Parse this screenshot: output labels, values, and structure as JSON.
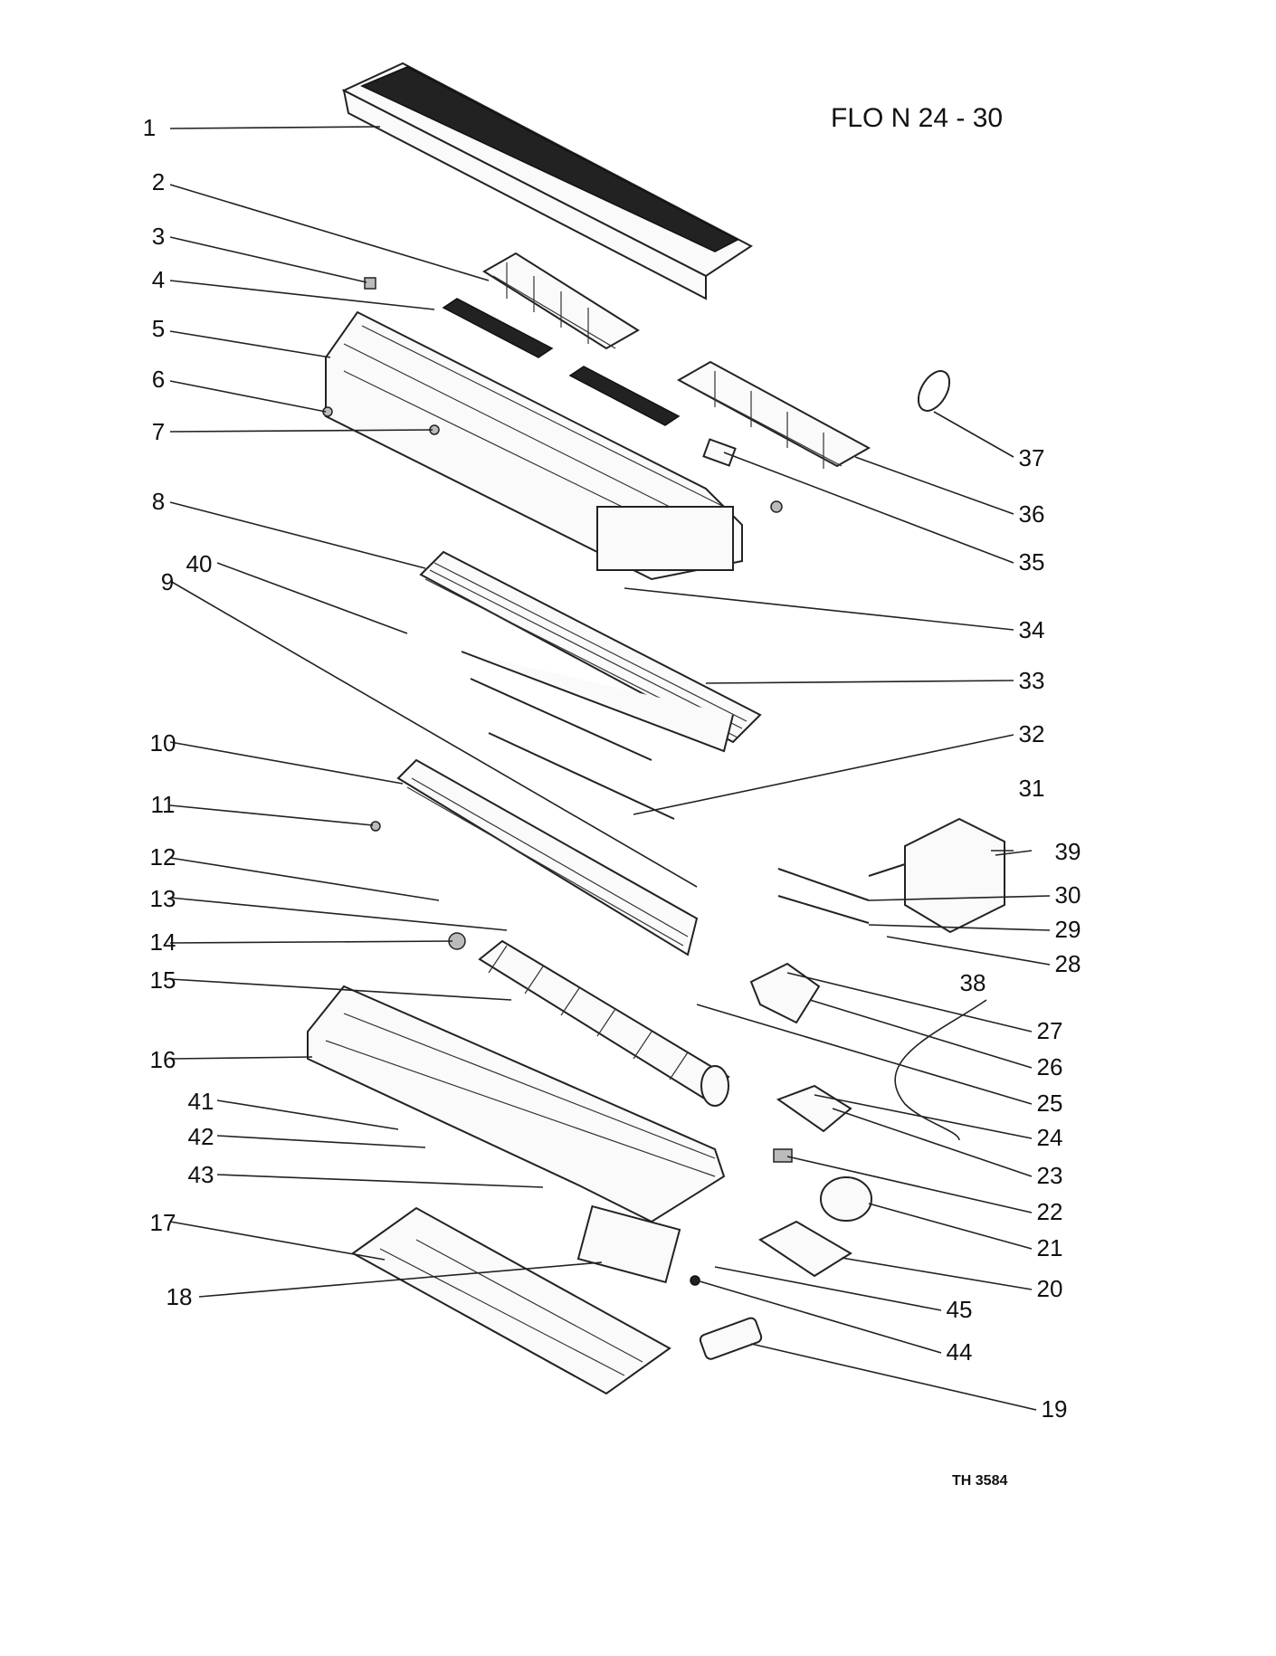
{
  "title": "FLO N 24 - 30",
  "drawing_code": "TH 3584",
  "callouts": [
    {
      "n": "1",
      "side": "left"
    },
    {
      "n": "2",
      "side": "left"
    },
    {
      "n": "3",
      "side": "left"
    },
    {
      "n": "4",
      "side": "left"
    },
    {
      "n": "5",
      "side": "left"
    },
    {
      "n": "6",
      "side": "left"
    },
    {
      "n": "7",
      "side": "left"
    },
    {
      "n": "8",
      "side": "left"
    },
    {
      "n": "40",
      "side": "left"
    },
    {
      "n": "9",
      "side": "left"
    },
    {
      "n": "10",
      "side": "left"
    },
    {
      "n": "11",
      "side": "left"
    },
    {
      "n": "12",
      "side": "left"
    },
    {
      "n": "13",
      "side": "left"
    },
    {
      "n": "14",
      "side": "left"
    },
    {
      "n": "15",
      "side": "left"
    },
    {
      "n": "16",
      "side": "left"
    },
    {
      "n": "41",
      "side": "left"
    },
    {
      "n": "42",
      "side": "left"
    },
    {
      "n": "43",
      "side": "left"
    },
    {
      "n": "17",
      "side": "left"
    },
    {
      "n": "18",
      "side": "left"
    },
    {
      "n": "37",
      "side": "right"
    },
    {
      "n": "36",
      "side": "right"
    },
    {
      "n": "35",
      "side": "right"
    },
    {
      "n": "34",
      "side": "right"
    },
    {
      "n": "33",
      "side": "right"
    },
    {
      "n": "32",
      "side": "right"
    },
    {
      "n": "31",
      "side": "right"
    },
    {
      "n": "39",
      "side": "right"
    },
    {
      "n": "30",
      "side": "right"
    },
    {
      "n": "29",
      "side": "right"
    },
    {
      "n": "28",
      "side": "right"
    },
    {
      "n": "38",
      "side": "right"
    },
    {
      "n": "27",
      "side": "right"
    },
    {
      "n": "26",
      "side": "right"
    },
    {
      "n": "25",
      "side": "right"
    },
    {
      "n": "24",
      "side": "right"
    },
    {
      "n": "23",
      "side": "right"
    },
    {
      "n": "22",
      "side": "right"
    },
    {
      "n": "21",
      "side": "right"
    },
    {
      "n": "20",
      "side": "right"
    },
    {
      "n": "45",
      "side": "right"
    },
    {
      "n": "44",
      "side": "right"
    },
    {
      "n": "19",
      "side": "right"
    }
  ]
}
